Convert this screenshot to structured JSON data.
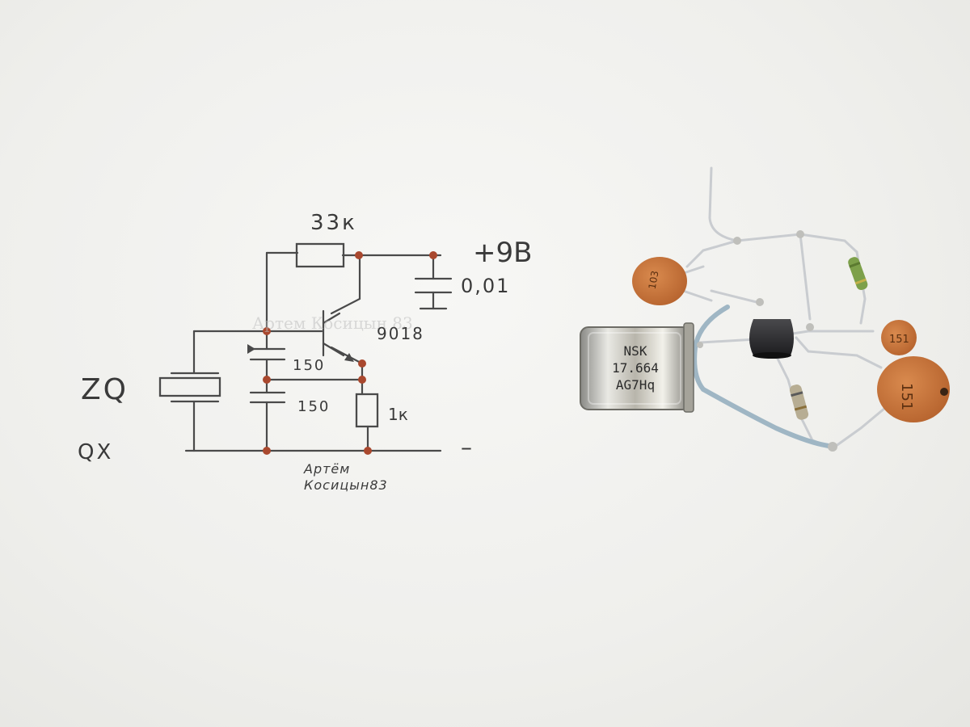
{
  "schematic": {
    "labels": {
      "resistor_top": "33к",
      "supply": "+9В",
      "decoupling_cap": "0,01",
      "transistor": "9018",
      "cap_upper": "150",
      "cap_lower": "150",
      "resistor_emitter": "1к",
      "crystal_ref": "ZQ",
      "crystal_sub": "QX",
      "ground": "–"
    },
    "signature": {
      "line1": "Артём",
      "line2": "Косицын83"
    },
    "watermark": "Артем Косицын 83",
    "colors": {
      "ink": "#3a3a3a",
      "solder_dot": "#a9482e",
      "paper": "#f1f1ee"
    }
  },
  "assembly": {
    "crystal_marking": {
      "line1": "NSK",
      "line2": "17.664",
      "line3": "AG7Hq"
    },
    "capacitor_markings": {
      "top_left": "103",
      "small_right": "151",
      "large_right": "151"
    },
    "colors": {
      "ceramic_cap": "#c9733a",
      "resistor_green": "#7da04a",
      "transistor_body": "#2a2a2c",
      "wire_insulation": "#9fb6c4"
    }
  }
}
